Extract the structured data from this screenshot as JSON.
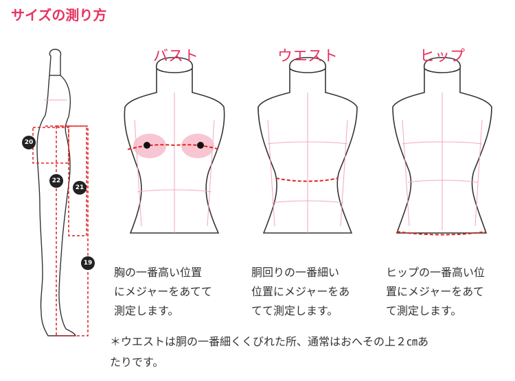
{
  "title": "サイズの測り方",
  "figures": [
    {
      "label": "バスト",
      "description_lines": [
        "胸の一番高い位置",
        "にメジャーをあてて",
        "測定します。"
      ]
    },
    {
      "label": "ウエスト",
      "description_lines": [
        "胴回りの一番細い",
        "位置にメジャーをあ",
        "てて測定します。"
      ]
    },
    {
      "label": "ヒップ",
      "description_lines": [
        "ヒップの一番高い位",
        "置にメジャーをあて",
        "て測定します。"
      ]
    }
  ],
  "side_figure_markers": [
    "20",
    "22",
    "21",
    "19"
  ],
  "note_lines": [
    "＊ウエストは胴の一番細くくびれた所、通常はおへその上２㎝あ",
    "たりです。"
  ],
  "colors": {
    "accent": "#e8315f",
    "measure_line": "#e02020",
    "outline": "#333333",
    "guide": "#f2a6bd",
    "bust_highlight": "#f6b8c8"
  }
}
